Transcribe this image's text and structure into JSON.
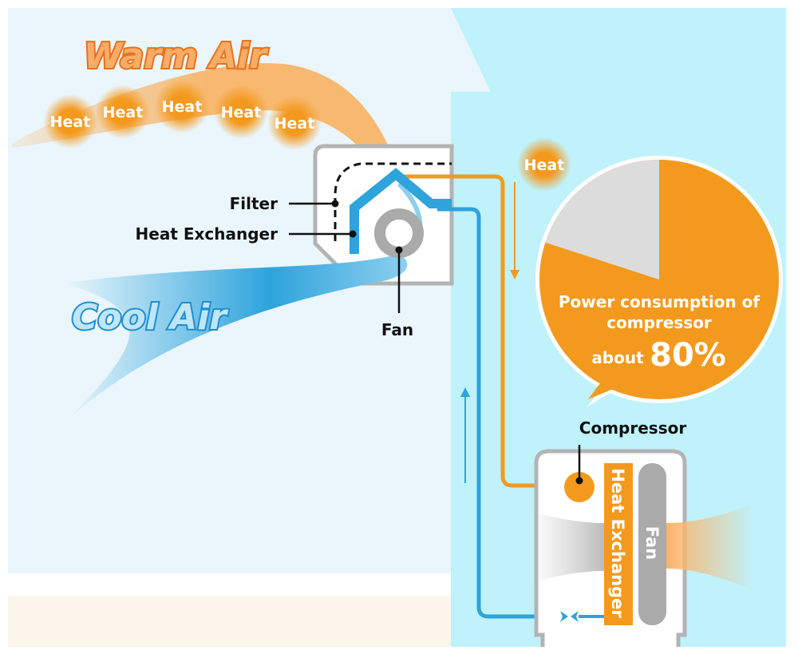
{
  "labels": {
    "warm_air": "Warm Air",
    "cool_air": "Cool Air",
    "heat": [
      "Heat",
      "Heat",
      "Heat",
      "Heat",
      "Heat"
    ],
    "outdoor_heat": "Heat",
    "filter": "Filter",
    "indoor_heat_exchanger": "Heat Exchanger",
    "indoor_fan": "Fan",
    "compressor": "Compressor",
    "outdoor_heat_exchanger": "Heat Exchanger",
    "outdoor_fan": "Fan"
  },
  "callout": {
    "line1": "Power consumption of",
    "line2": "compressor",
    "about": "about",
    "value": "80%",
    "share_percent": 80
  },
  "colors": {
    "orange": "#f39a1e",
    "blue": "#2ea3dc",
    "gray": "#aaaaaa",
    "outdoor_bg": "#bff2fb",
    "indoor_bg": "#eaf6fc"
  }
}
